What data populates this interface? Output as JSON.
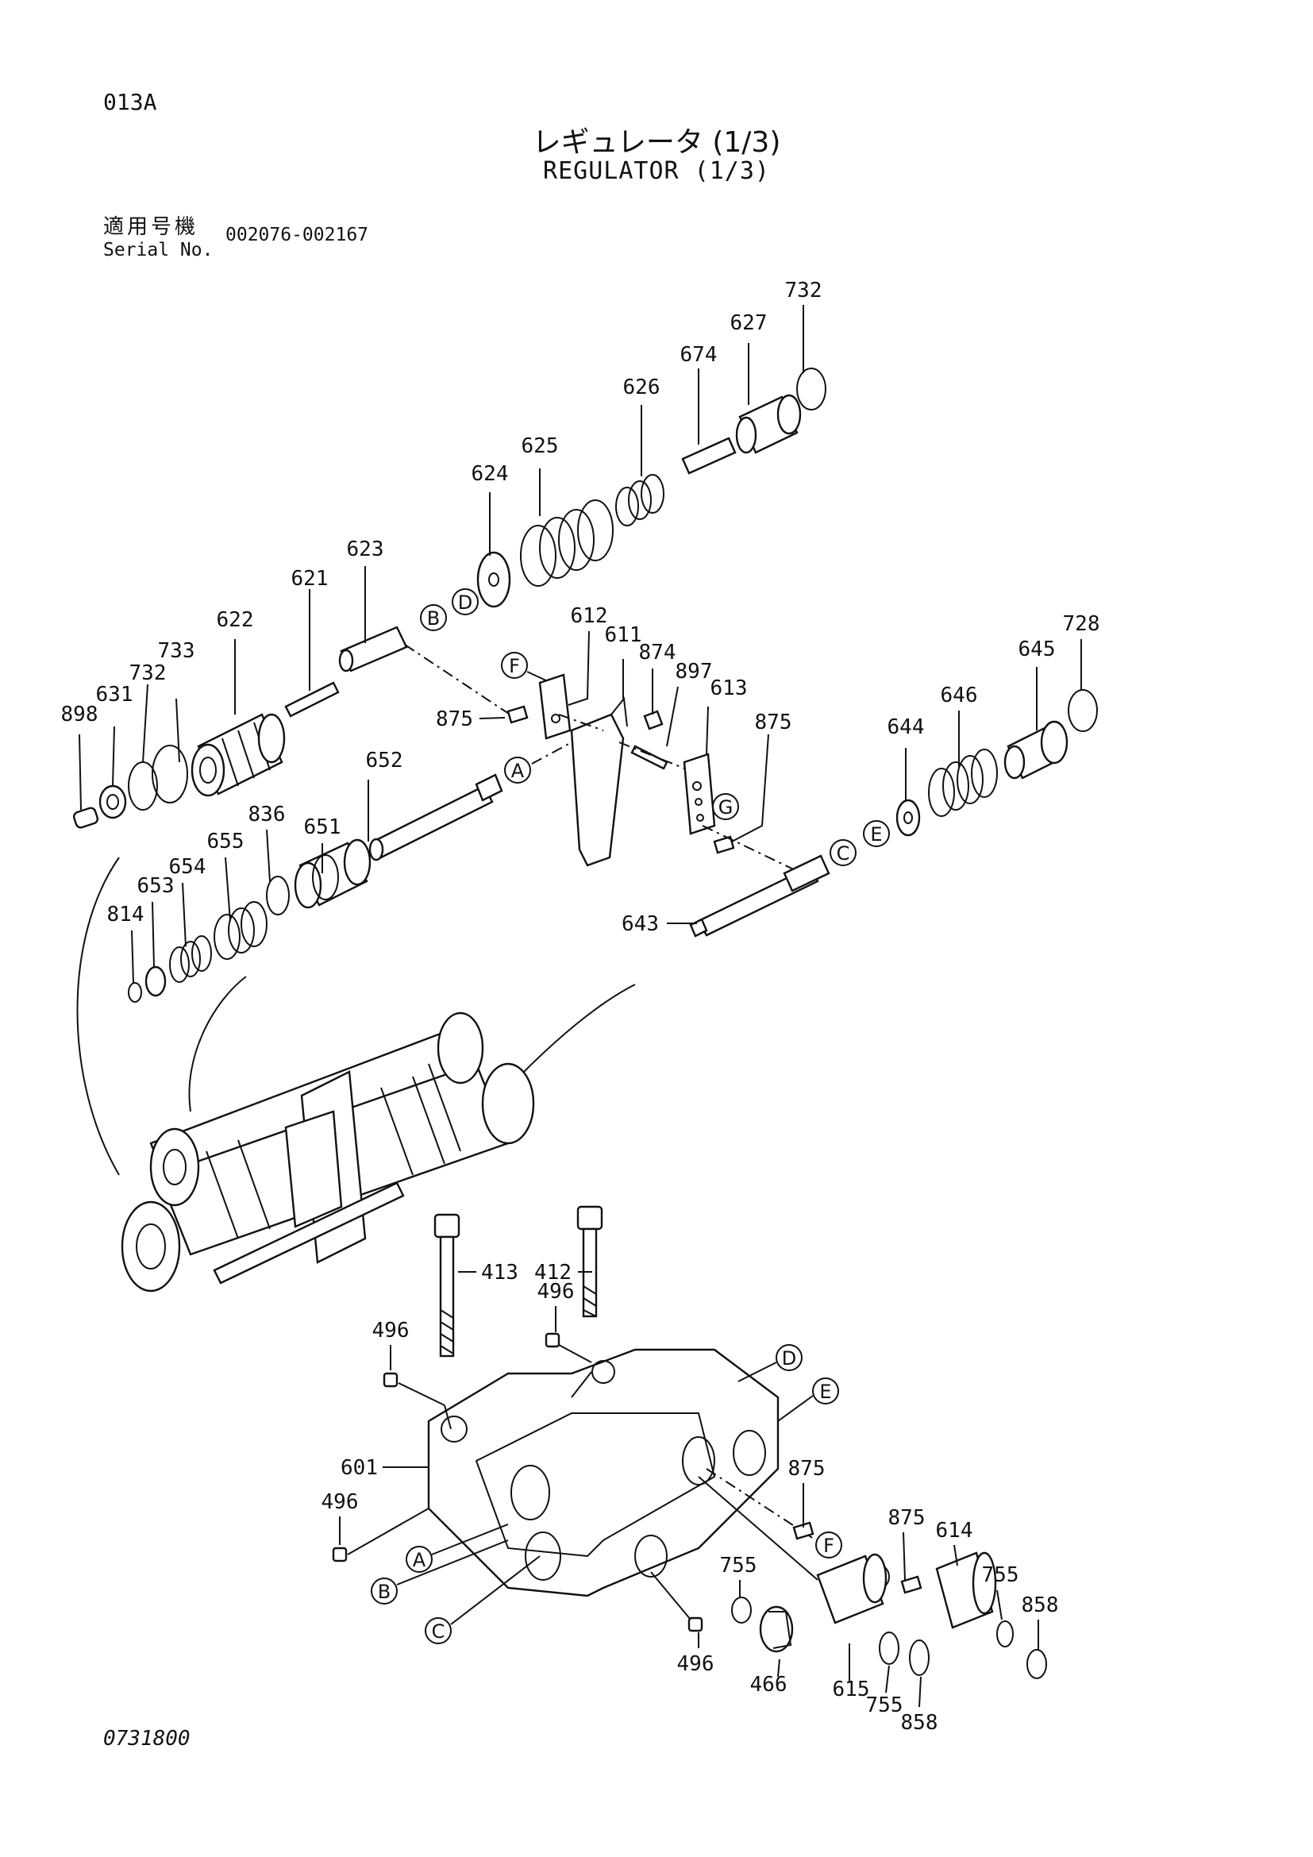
{
  "header": {
    "page_code": "013A",
    "title_jp": "レギュレータ (1/3)",
    "title_en": "REGULATOR (1/3)",
    "serial_label_jp": "適用号機",
    "serial_label_en": "Serial No.",
    "serial_range": "002076-002167"
  },
  "footer": {
    "doc_code": "0731800"
  },
  "refs": {
    "A": "A",
    "B": "B",
    "C": "C",
    "D": "D",
    "E": "E",
    "F": "F",
    "G": "G"
  },
  "parts": {
    "p601": "601",
    "p611": "611",
    "p612": "612",
    "p613": "613",
    "p614": "614",
    "p615": "615",
    "p621": "621",
    "p622": "622",
    "p623": "623",
    "p624": "624",
    "p625": "625",
    "p626": "626",
    "p627": "627",
    "p631": "631",
    "p643": "643",
    "p644": "644",
    "p645": "645",
    "p646": "646",
    "p651": "651",
    "p652": "652",
    "p653": "653",
    "p654": "654",
    "p655": "655",
    "p674": "674",
    "p728": "728",
    "p732": "732",
    "p733": "733",
    "p755": "755",
    "p814": "814",
    "p836": "836",
    "p858": "858",
    "p874": "874",
    "p875": "875",
    "p897": "897",
    "p898": "898",
    "p412": "412",
    "p413": "413",
    "p466": "466",
    "p496": "496"
  }
}
